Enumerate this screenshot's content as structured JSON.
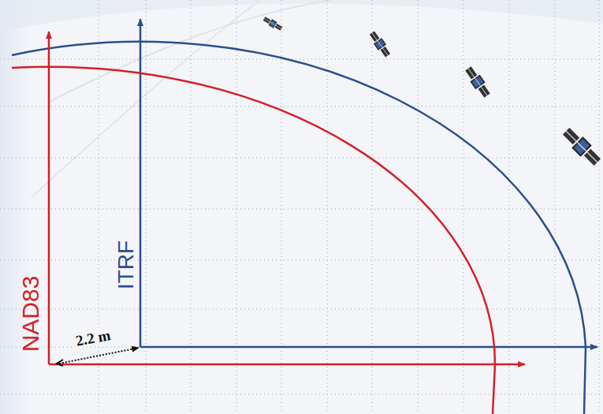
{
  "diagram": {
    "labels": [
      "NAD83",
      "ITRF",
      "2.2 m"
    ]
  }
}
